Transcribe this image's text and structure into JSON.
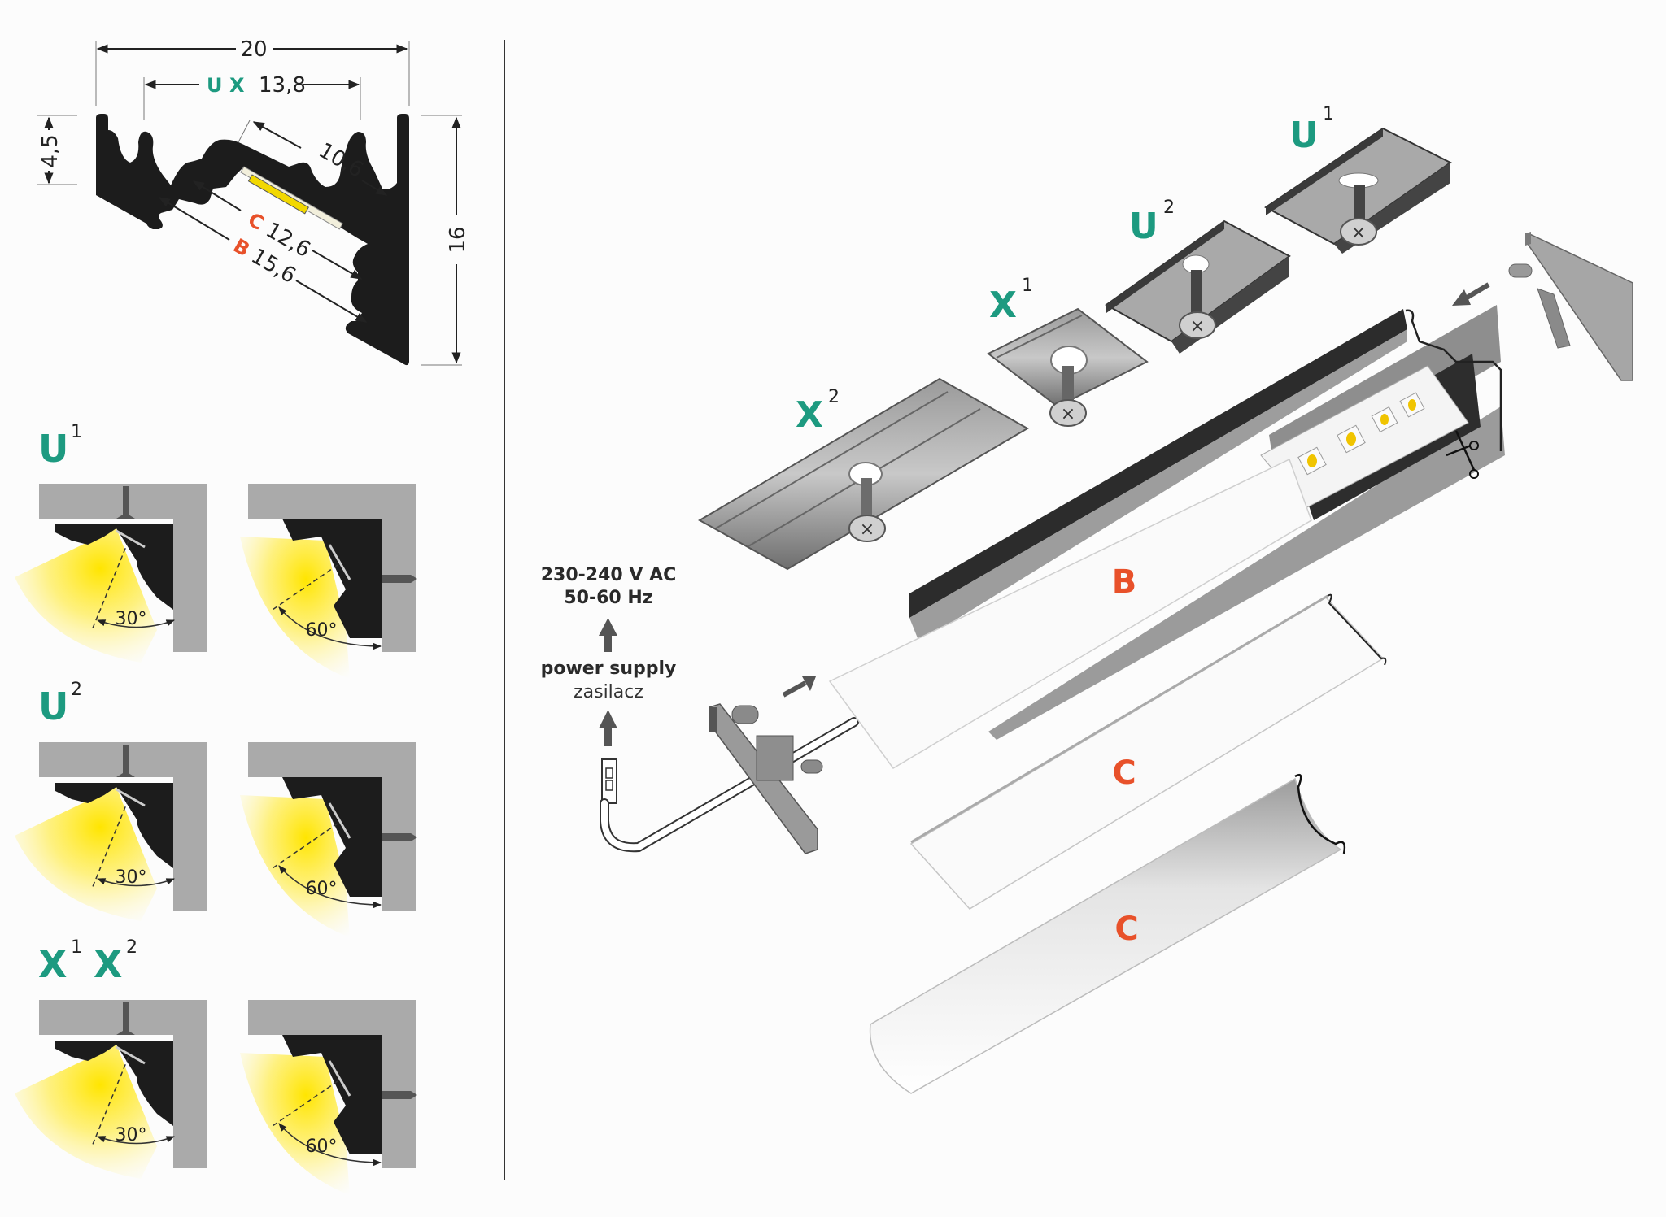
{
  "colors": {
    "teal_label": "#1d9a80",
    "orange_label": "#e8512a",
    "profile_black": "#1c1c1c",
    "wall_gray": "#aaaaaa",
    "light_yellow": "#ffe84a",
    "metal_gray": "#8a8a8a"
  },
  "cross_section": {
    "dims": {
      "overall_width": "20",
      "mount_width": "13,8",
      "mount_prefix_u": "U",
      "mount_prefix_x": "X",
      "height": "16",
      "top_depth": "4,5",
      "led_width": "10,6",
      "cover_c_width": "12,6",
      "cover_c_letter": "C",
      "cover_b_width": "15,6",
      "cover_b_letter": "B"
    }
  },
  "mounting_groups": [
    {
      "id": "u1",
      "letter": "U",
      "superscripts": [
        "1"
      ],
      "letters": [
        "U"
      ],
      "angles": [
        "30°",
        "60°"
      ]
    },
    {
      "id": "u2",
      "letter": "U",
      "superscripts": [
        "2"
      ],
      "letters": [
        "U"
      ],
      "angles": [
        "30°",
        "60°"
      ]
    },
    {
      "id": "x",
      "letters": [
        "X",
        "X"
      ],
      "superscripts": [
        "1",
        "2"
      ],
      "angles": [
        "30°",
        "60°"
      ]
    }
  ],
  "power": {
    "voltage": "230-240 V AC",
    "frequency": "50-60 Hz",
    "label_en": "power supply",
    "label_pl": "zasilacz"
  },
  "exploded": {
    "clips": [
      {
        "letter": "X",
        "sup": "2"
      },
      {
        "letter": "X",
        "sup": "1"
      },
      {
        "letter": "U",
        "sup": "2"
      },
      {
        "letter": "U",
        "sup": "1"
      }
    ],
    "covers": [
      {
        "letter": "B"
      },
      {
        "letter": "C"
      },
      {
        "letter": "C"
      }
    ],
    "icons": {
      "end_cap_right": "end-cap",
      "end_cap_left": "end-cap-with-cable",
      "led_strip": "led-strip",
      "cut_mark": "scissors"
    }
  }
}
